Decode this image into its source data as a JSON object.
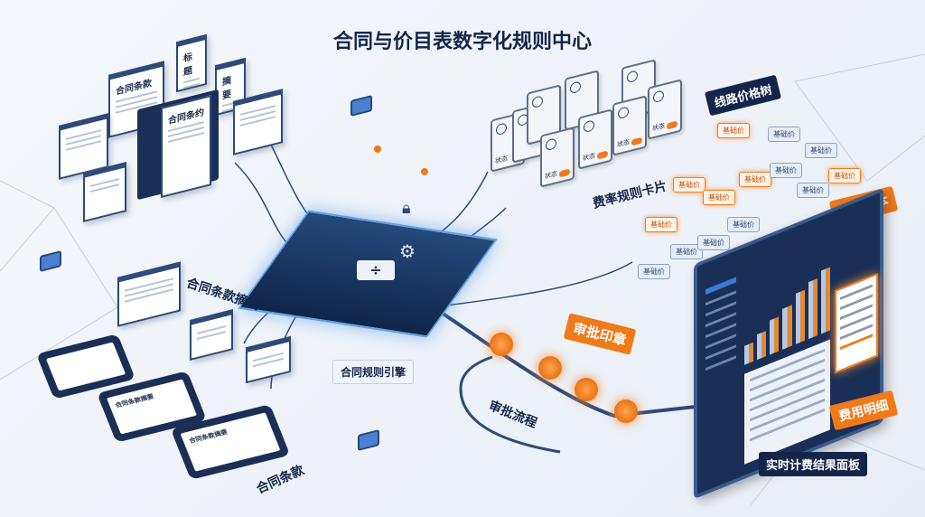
{
  "title": "合同与价目表数字化规则中心",
  "documents": {
    "clause": "合同条款",
    "heading": "标题",
    "summary": "摘要",
    "contract": "合同条约"
  },
  "rate_cards": {
    "label": "费率规则卡片",
    "status_label": "状态"
  },
  "price_tree": {
    "label": "线路价格树",
    "effective_label": "生效版本",
    "node_label": "基础价"
  },
  "engine": {
    "label": "合同规则引擎"
  },
  "clause_summary": {
    "label": "合同条款摘要",
    "tablet_title": "合同条款摘要"
  },
  "clauses": {
    "label": "合同条款"
  },
  "approval": {
    "flow_label": "审批流程",
    "stamp_label": "审批印章"
  },
  "dashboard": {
    "price_tree_label": "线路价格树",
    "fee_label": "费用明细",
    "panel_label": "实时计费结果面板"
  },
  "colors": {
    "navy": "#13264a",
    "orange": "#f07a1a",
    "blue": "#3d7bd8"
  }
}
